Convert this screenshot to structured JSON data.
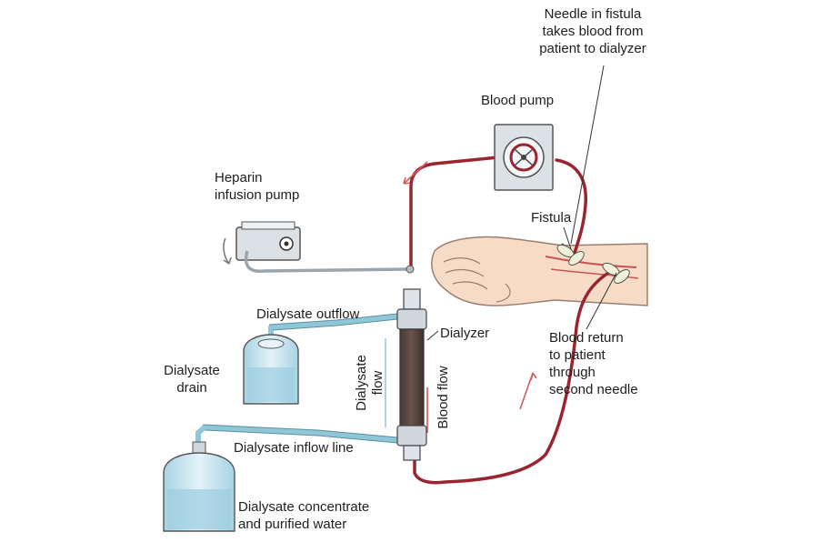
{
  "labels": {
    "needle_line1": "Needle in fistula",
    "needle_line2": "takes blood from",
    "needle_line3": "patient to dialyzer",
    "blood_pump": "Blood pump",
    "heparin_line1": "Heparin",
    "heparin_line2": "infusion pump",
    "fistula": "Fistula",
    "dialysate_outflow": "Dialysate outflow",
    "dialyzer": "Dialyzer",
    "dialysate_drain_line1": "Dialysate",
    "dialysate_drain_line2": "drain",
    "dialysate_flow_line1": "Dialysate",
    "dialysate_flow_line2": "flow",
    "blood_flow": "Blood flow",
    "blood_return_line1": "Blood return",
    "blood_return_line2": "to patient",
    "blood_return_line3": "through",
    "blood_return_line4": "second needle",
    "dialysate_inflow": "Dialysate inflow line",
    "concentrate_line1": "Dialysate concentrate",
    "concentrate_line2": "and purified water"
  },
  "colors": {
    "blood": "#9a2430",
    "dialysate": "#8fc7d8",
    "skin": "#f6dcc6",
    "tank": "#b9dcea",
    "machine": "#dce1e6"
  }
}
